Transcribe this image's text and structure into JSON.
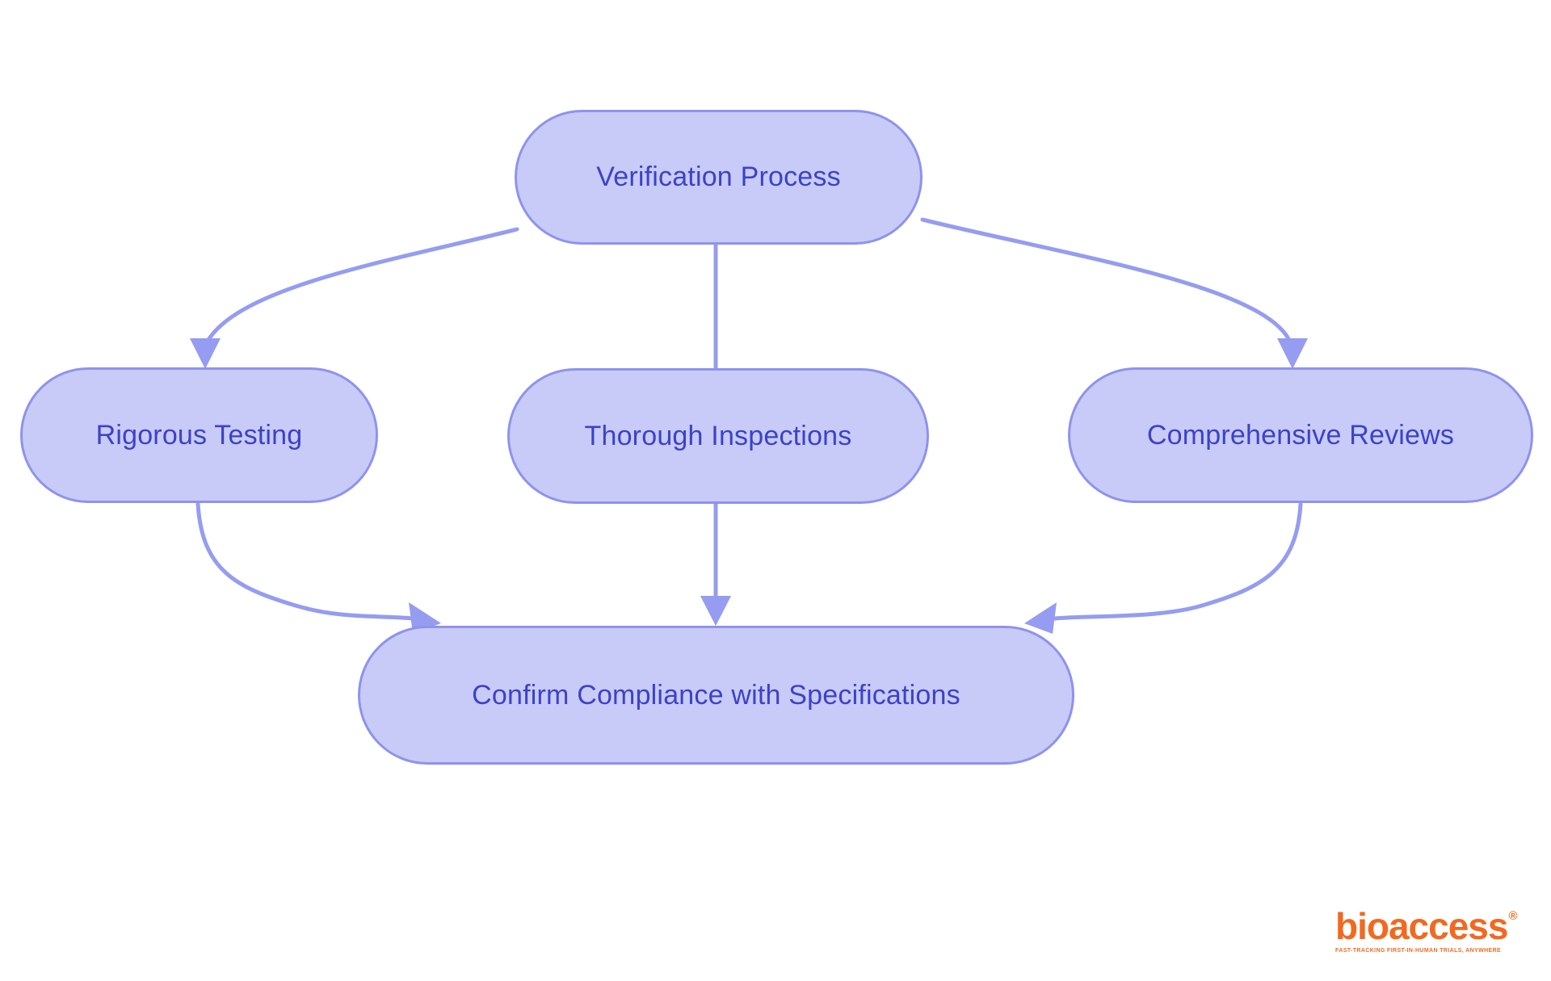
{
  "diagram": {
    "nodes": {
      "verification": {
        "label": "Verification Process"
      },
      "rigorous": {
        "label": "Rigorous Testing"
      },
      "thorough": {
        "label": "Thorough Inspections"
      },
      "comprehensive": {
        "label": "Comprehensive Reviews"
      },
      "confirm": {
        "label": "Confirm Compliance with Specifications"
      }
    },
    "edges": [
      {
        "from": "Verification Process",
        "to": "Rigorous Testing"
      },
      {
        "from": "Verification Process",
        "to": "Thorough Inspections"
      },
      {
        "from": "Verification Process",
        "to": "Comprehensive Reviews"
      },
      {
        "from": "Rigorous Testing",
        "to": "Confirm Compliance with Specifications"
      },
      {
        "from": "Thorough Inspections",
        "to": "Confirm Compliance with Specifications"
      },
      {
        "from": "Comprehensive Reviews",
        "to": "Confirm Compliance with Specifications"
      }
    ],
    "colors": {
      "background": "#ffffff",
      "node_fill": "#c8cbf7",
      "node_border": "#8d93ee",
      "arrow": "#959cf1",
      "text": "#3c42c8"
    }
  },
  "logo": {
    "wordmark": "bioaccess",
    "registered_mark": "®",
    "tagline": "FAST-TRACKING FIRST-IN-HUMAN TRIALS, ANYWHERE",
    "color": "#f2691f"
  }
}
